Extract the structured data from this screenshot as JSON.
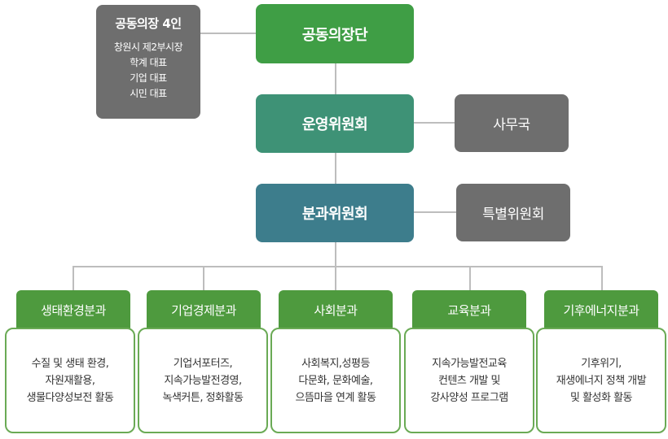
{
  "co_chairs": {
    "title": "공동의장 4인",
    "members": [
      "창원시 제2부시장",
      "학계 대표",
      "기업 대표",
      "시민 대표"
    ]
  },
  "nodes": {
    "joint_chair_group": "공동의장단",
    "steering_committee": "운영위원회",
    "secretariat": "사무국",
    "subcommittee_board": "분과위원회",
    "special_committee": "특별위원회"
  },
  "subcommittees": [
    {
      "name": "생태환경분과",
      "lines": [
        "수질 및 생태 환경,",
        "자원재활용,",
        "생물다양성보전 활동"
      ]
    },
    {
      "name": "기업경제분과",
      "lines": [
        "기업서포터즈,",
        "지속가능발전경영,",
        "녹색커튼, 정화활동"
      ]
    },
    {
      "name": "사회분과",
      "lines": [
        "사회복지,성평등",
        "다문화, 문화예술,",
        "으뜸마을 연계 활동"
      ]
    },
    {
      "name": "교육분과",
      "lines": [
        "지속가능발전교육",
        "컨텐츠 개발 및",
        "강사양성 프로그램"
      ]
    },
    {
      "name": "기후에너지분과",
      "lines": [
        "기후위기,",
        "재생에너지 정책 개발",
        "및 활성화 활동"
      ]
    }
  ],
  "colors": {
    "joint_chair_group": "#3f9e45",
    "steering_committee": "#3e9276",
    "subcommittee_board": "#3d7d8c",
    "gray": "#6e6e6e",
    "subcommittee_tab": "#4e9a3e",
    "card_border": "#6aaa55",
    "connector": "#bdbdbd"
  }
}
